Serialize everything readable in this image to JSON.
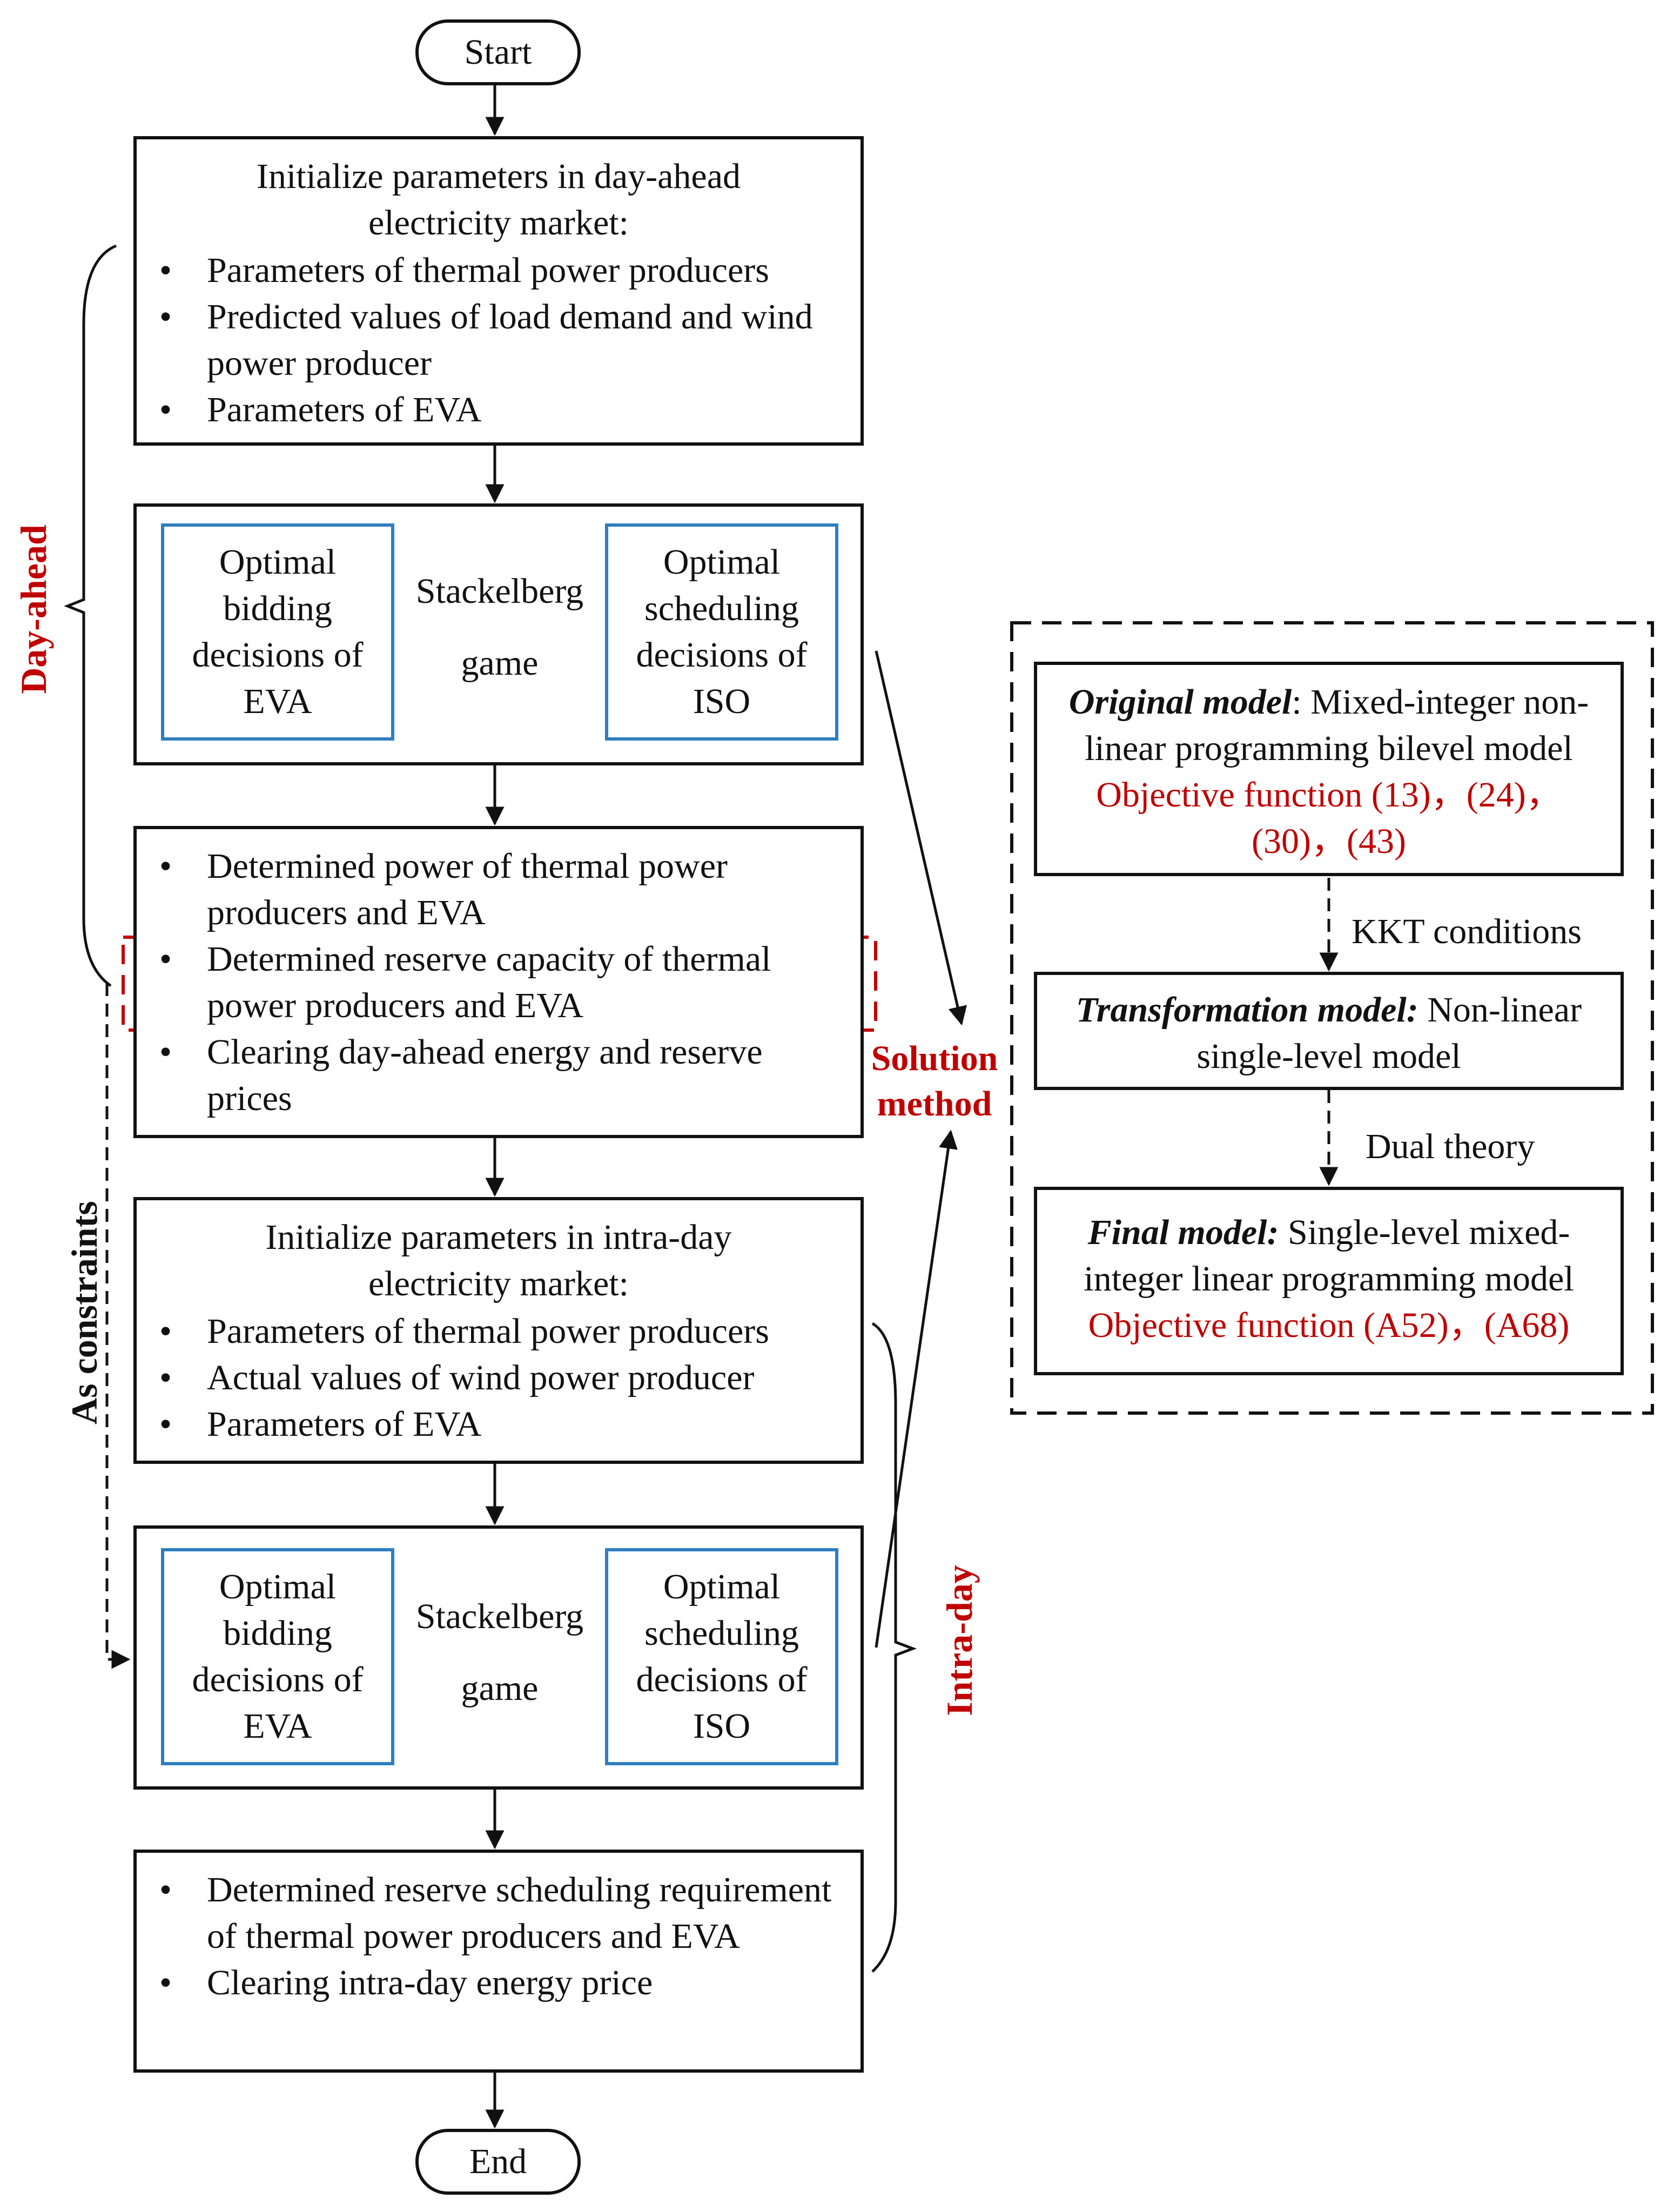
{
  "start": "Start",
  "end": "End",
  "box1": {
    "title": [
      "Initialize parameters in day-ahead",
      "electricity market:"
    ],
    "items": [
      "Parameters of thermal power producers",
      "Predicted values of load demand and wind power producer",
      "Parameters of EVA"
    ]
  },
  "game_top": {
    "left": [
      "Optimal",
      "bidding",
      "decisions of",
      "EVA"
    ],
    "right": [
      "Optimal",
      "scheduling",
      "decisions of",
      "ISO"
    ],
    "middle": [
      "Stackelberg",
      "game"
    ]
  },
  "box3": {
    "items": [
      "Determined power of thermal power producers and EVA",
      "Determined reserve capacity of thermal power producers and EVA",
      "Clearing day-ahead energy and reserve prices"
    ]
  },
  "box4": {
    "title": [
      "Initialize parameters in intra-day",
      "electricity market:"
    ],
    "items": [
      "Parameters of thermal power producers",
      "Actual values of wind power producer",
      "Parameters of EVA"
    ]
  },
  "game_bottom": {
    "left": [
      "Optimal",
      "bidding",
      "decisions of",
      "EVA"
    ],
    "right": [
      "Optimal",
      "scheduling",
      "decisions of",
      "ISO"
    ],
    "middle": [
      "Stackelberg",
      "game"
    ]
  },
  "box6": {
    "items": [
      "Determined reserve scheduling requirement of thermal power producers and EVA",
      "Clearing intra-day energy price"
    ]
  },
  "labels": {
    "day_ahead": "Day-ahead",
    "intra_day": "Intra-day",
    "as_constraints": "As constraints",
    "solution": [
      "Solution",
      "method"
    ]
  },
  "method": {
    "original_title": "Original model",
    "original_desc_1": ": Mixed-integer non-",
    "original_desc_2": "linear programming bilevel model",
    "original_obj": [
      "Objective function (13)，(24)，",
      "(30)，(43)"
    ],
    "kkt": "KKT conditions",
    "transform_title": "Transformation model:",
    "transform_desc_1": " Non-linear",
    "transform_desc_2": "single-level model",
    "dual": "Dual theory",
    "final_title": "Final  model:",
    "final_desc_1": " Single-level mixed-",
    "final_desc_2": "integer linear programming model",
    "final_obj": "Objective function (A52)，(A68)"
  },
  "colors": {
    "accent_red": "#c00000",
    "inner_blue": "#2e7fc0",
    "line": "#111111"
  }
}
